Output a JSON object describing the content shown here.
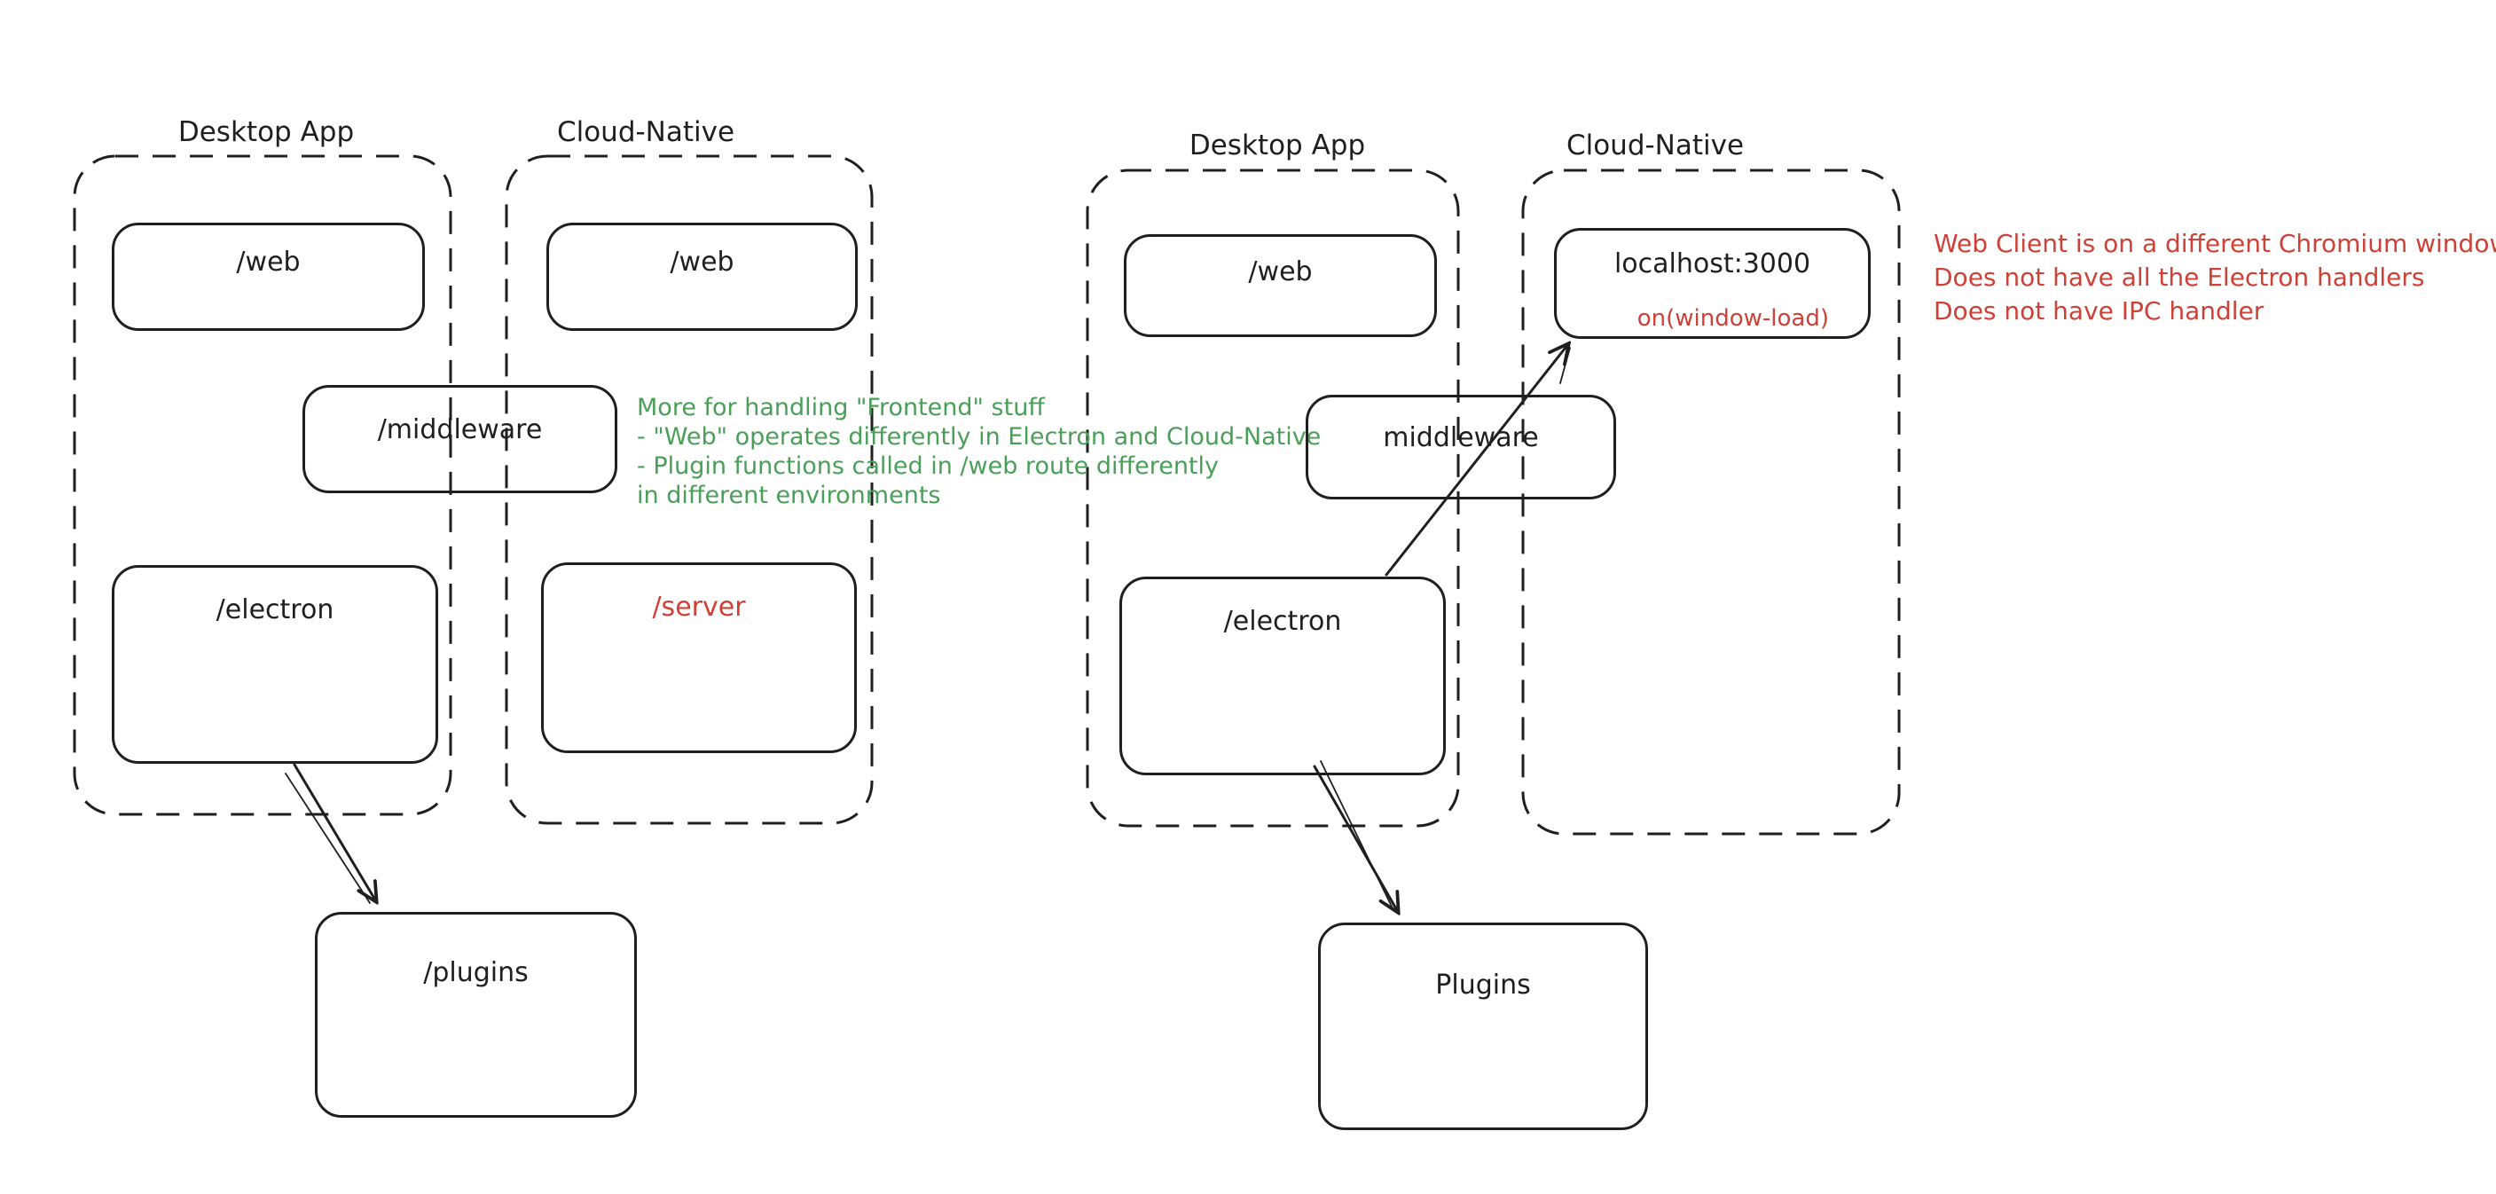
{
  "palette": {
    "ink": "#1f1f1f",
    "green": "#4a9f58",
    "red": "#cf4036",
    "bg": "#ffffff"
  },
  "diagram_left": {
    "desktop_container": {
      "title": "Desktop App"
    },
    "cloud_container": {
      "title": "Cloud-Native"
    },
    "web_desktop_box": {
      "label": "/web"
    },
    "web_cloud_box": {
      "label": "/web"
    },
    "middleware_box": {
      "label": "/middleware"
    },
    "electron_box": {
      "label": "/electron"
    },
    "server_box": {
      "label": "/server"
    },
    "plugins_box": {
      "label": "/plugins"
    }
  },
  "diagram_right": {
    "desktop_container": {
      "title": "Desktop App"
    },
    "cloud_container": {
      "title": "Cloud-Native"
    },
    "web_box": {
      "label": "/web"
    },
    "localhost_box": {
      "label": "localhost:3000",
      "sub_label": "on(window-load)"
    },
    "middleware_box": {
      "label": "middleware"
    },
    "electron_box": {
      "label": "/electron"
    },
    "plugins_box": {
      "label": "Plugins"
    }
  },
  "annotation_green": {
    "lines": [
      "More for handling \"Frontend\" stuff",
      "- \"Web\" operates differently in Electron and Cloud-Native",
      "- Plugin functions called in /web route differently",
      "in different environments"
    ]
  },
  "annotation_red": {
    "lines": [
      "Web Client is on a different Chromium window",
      "Does not have all the Electron handlers",
      "Does not have IPC handler"
    ]
  }
}
